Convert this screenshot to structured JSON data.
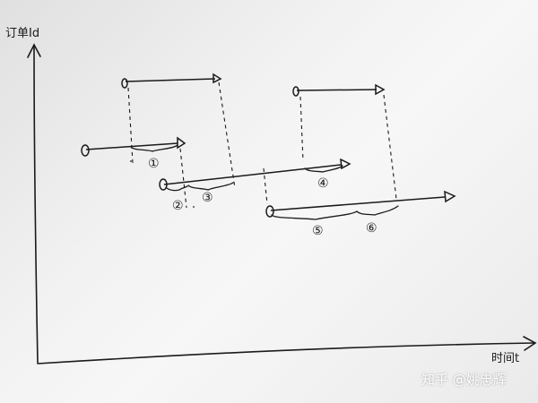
{
  "diagram": {
    "y_axis_label": "订单Id",
    "x_axis_label": "时间t",
    "segment_labels": [
      "①",
      "②",
      "③",
      "④",
      "⑤",
      "⑥"
    ]
  },
  "watermark": "知乎 @姚忠辉",
  "colors": {
    "ink": "#1a1a1a",
    "paper": "#f3f3f3",
    "watermark": "#ffffff"
  },
  "icons": {
    "interval_start": "circle-marker-icon",
    "interval_end": "arrowhead-icon"
  }
}
